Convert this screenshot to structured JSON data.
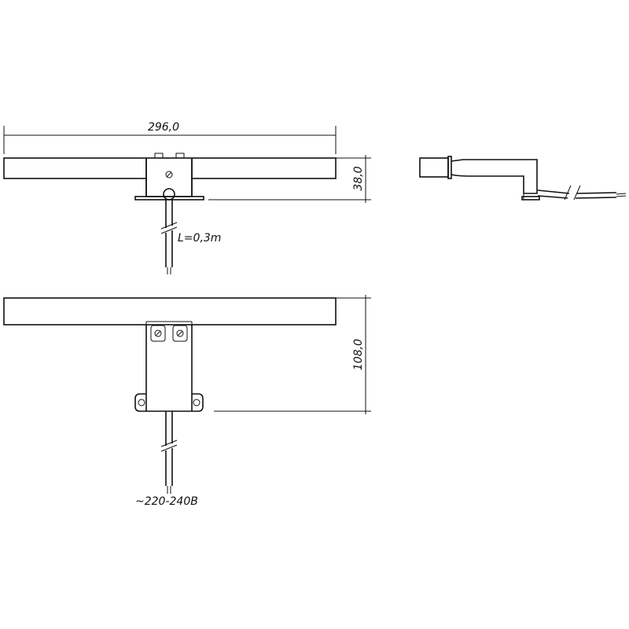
{
  "dimensions": {
    "overall_width": "296,0",
    "top_height": "38,0",
    "front_height": "108,0"
  },
  "labels": {
    "cable_length": "L=0,3m",
    "voltage": "~220-240B"
  },
  "colors": {
    "line": "#111111",
    "background": "#ffffff"
  }
}
